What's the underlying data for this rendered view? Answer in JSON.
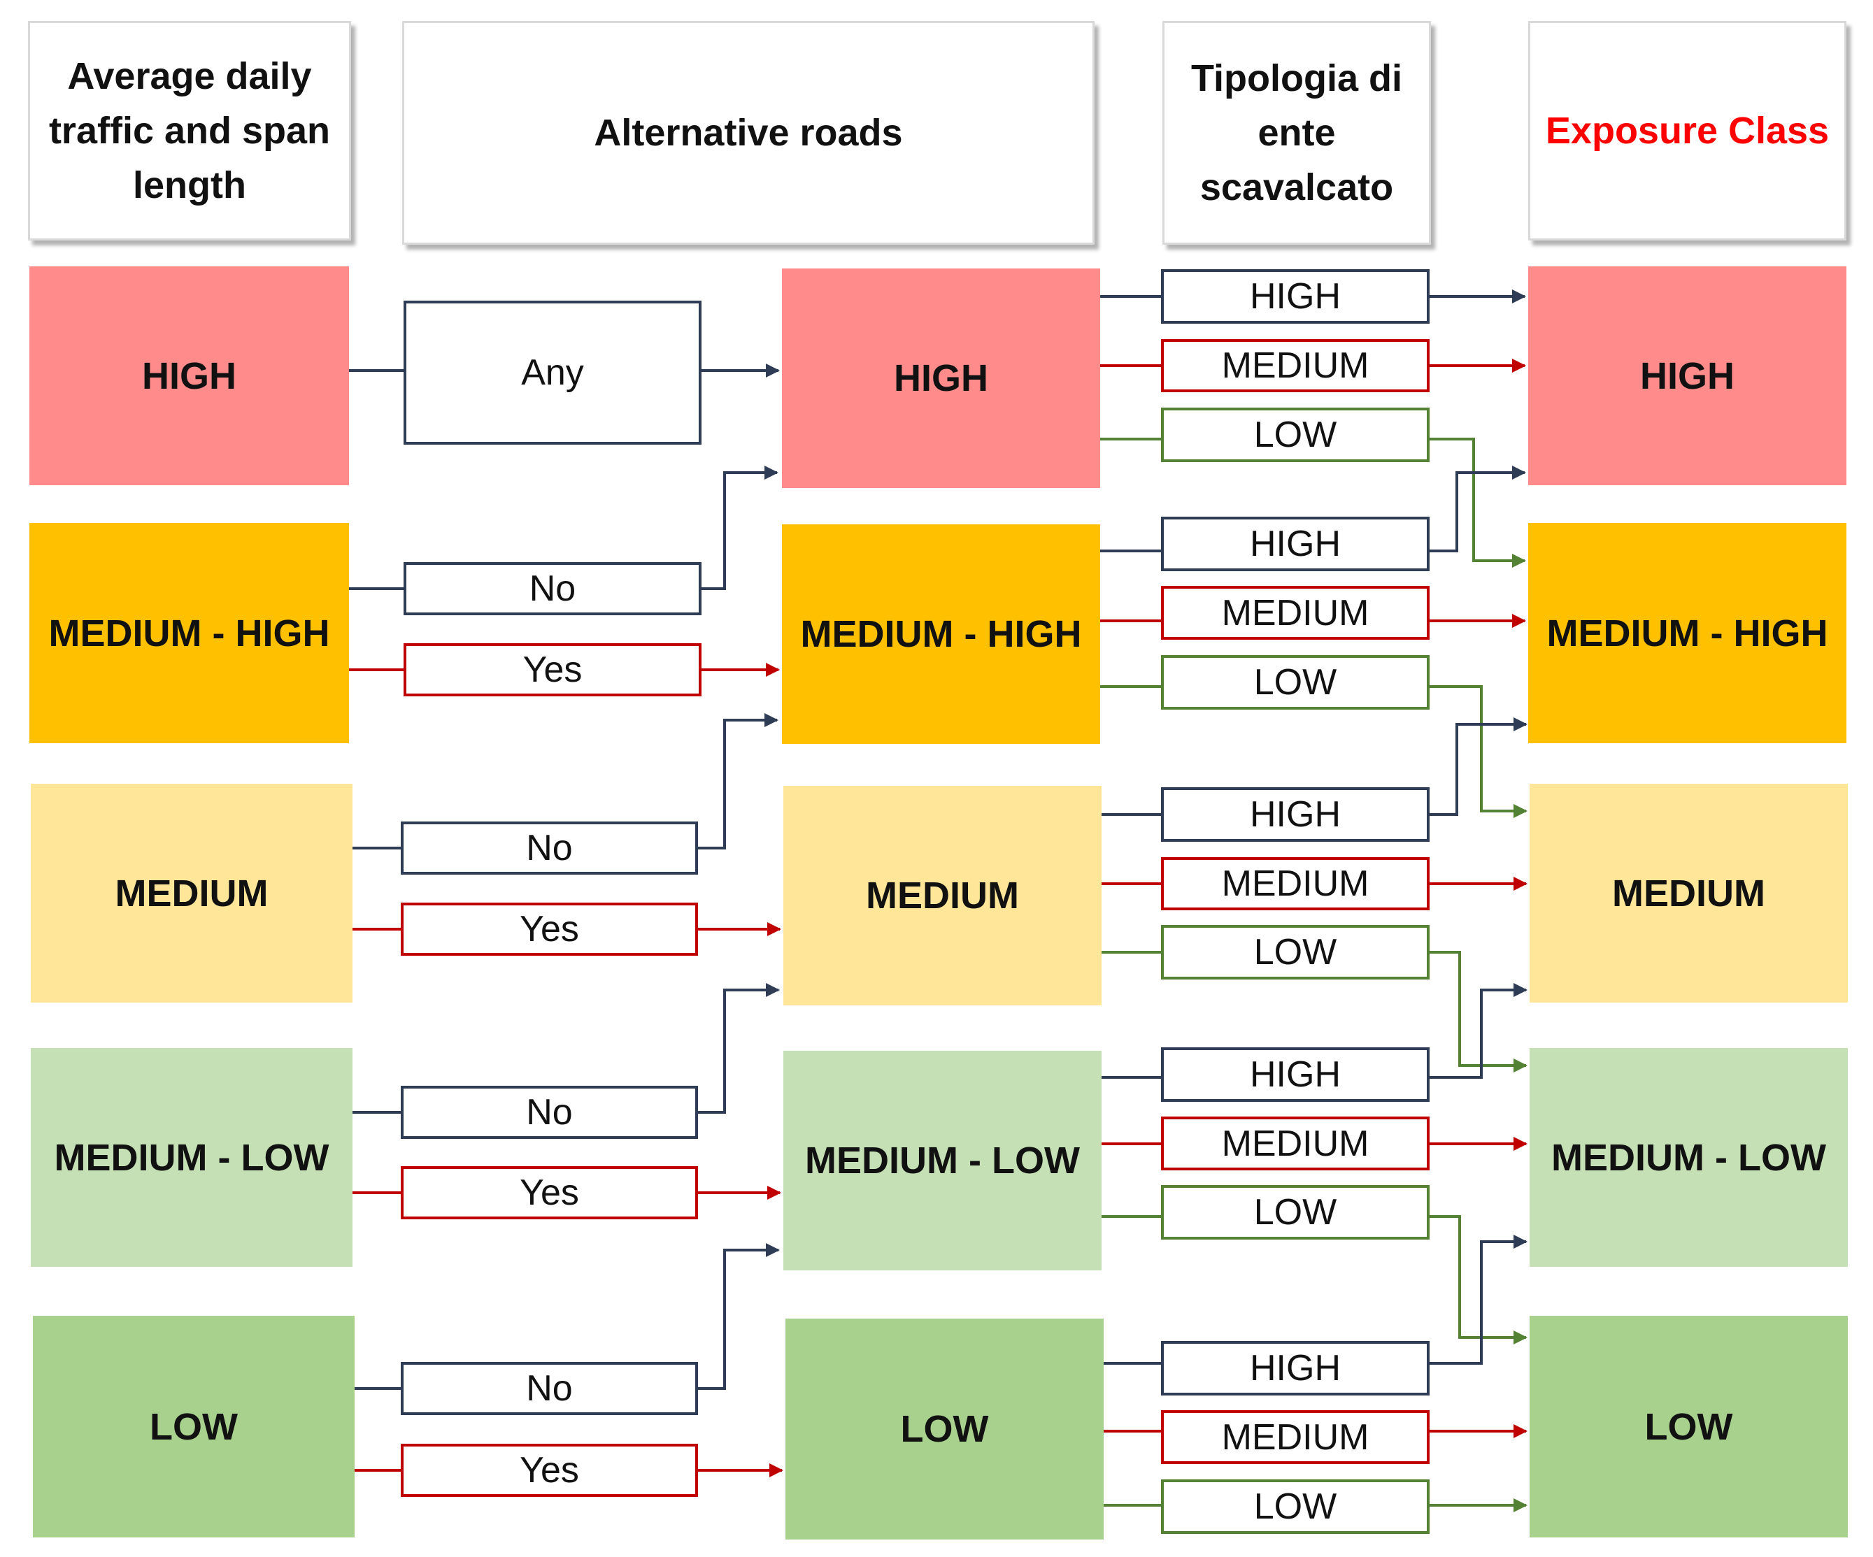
{
  "headers": {
    "traffic": "Average daily traffic and span length",
    "alternative": "Alternative roads",
    "tipologia": "Tipologia di ente scavalcato",
    "exposure": "Exposure Class"
  },
  "traffic_levels": [
    "HIGH",
    "MEDIUM - HIGH",
    "MEDIUM",
    "MEDIUM - LOW",
    "LOW"
  ],
  "alternative_options": {
    "any": "Any",
    "no": "No",
    "yes": "Yes"
  },
  "intermediate_levels": [
    "HIGH",
    "MEDIUM - HIGH",
    "MEDIUM",
    "MEDIUM - LOW",
    "LOW"
  ],
  "tipologia_options": [
    "HIGH",
    "MEDIUM",
    "LOW"
  ],
  "exposure_classes": [
    "HIGH",
    "MEDIUM - HIGH",
    "MEDIUM",
    "MEDIUM - LOW",
    "LOW"
  ],
  "colors": {
    "high": "#ff8b8b",
    "medium_high": "#ffc000",
    "medium": "#ffe699",
    "medium_low": "#c5e0b4",
    "low": "#a9d18e",
    "navy": "#2f3c55",
    "red": "#c00000",
    "green": "#548235",
    "exposure_text": "#ff0000"
  }
}
